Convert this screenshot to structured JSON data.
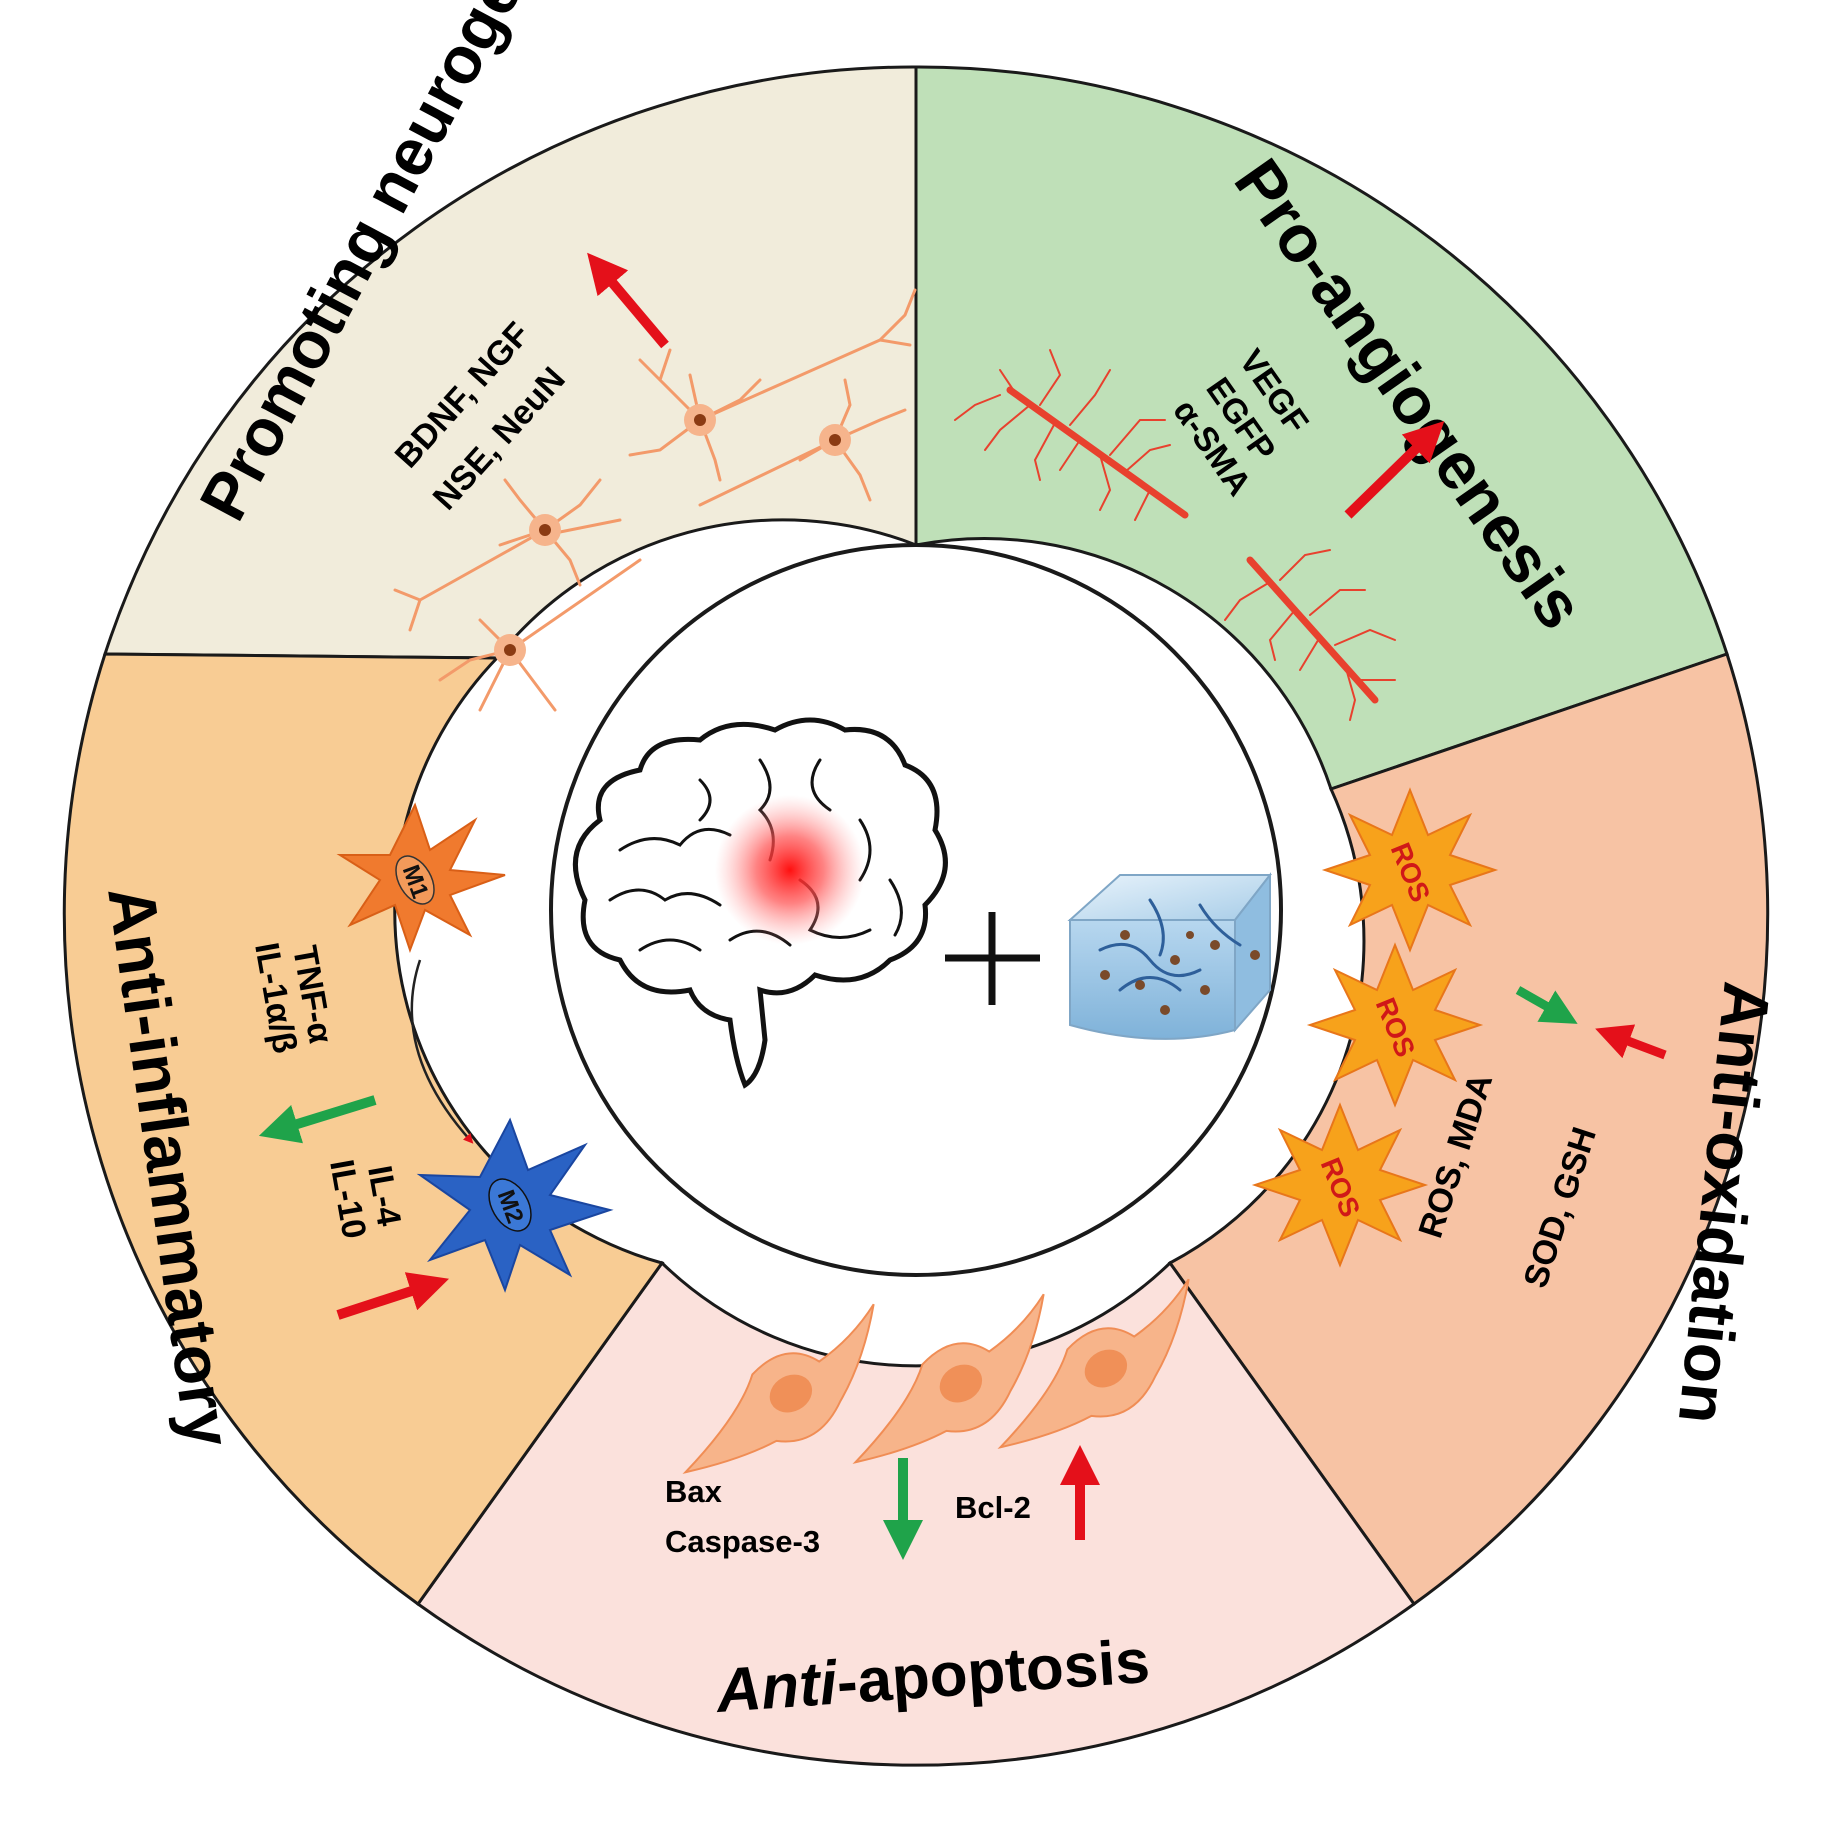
{
  "segments": {
    "neurogenesis": {
      "title": "Promoting neurogenesis",
      "markers": [
        "BDNF, NGF",
        "NSE, NeuN"
      ],
      "color": "#f1ecdb",
      "trend": "up"
    },
    "angiogenesis": {
      "title": "Pro-angiogenesis",
      "markers": [
        "VEGF",
        "EGFP",
        "α-SMA"
      ],
      "color": "#bfe0b8",
      "trend": "up"
    },
    "oxidation": {
      "title": "Anti-oxidation",
      "markers_down": "ROS, MDA",
      "markers_up": "SOD, GSH",
      "ros_label": "ROS",
      "color": "#f7c3a4"
    },
    "apoptosis": {
      "title_italic": "Anti",
      "title_rest": "-apoptosis",
      "markers_down": [
        "Bax",
        "Caspase-3"
      ],
      "markers_up": "Bcl-2",
      "color": "#fbe1dc"
    },
    "inflammatory": {
      "title": "Anti-inflammatory",
      "markers_down": [
        "TNF-α",
        "IL-1α/β"
      ],
      "markers_up": [
        "IL-4",
        "IL-10"
      ],
      "m1_label": "M1",
      "m2_label": "M2",
      "color": "#f8cc94"
    }
  },
  "center": {
    "plus_sign": "+",
    "icons": [
      "brain-icon",
      "hydrogel-cube-icon"
    ]
  },
  "colors": {
    "up_arrow": "#e4101a",
    "down_arrow": "#1fa34a",
    "neuron": "#f39a6a",
    "vessel": "#e8412e",
    "m1": "#f07a2e",
    "m2": "#2a62c4",
    "ros_burst": "#f7a21b"
  }
}
